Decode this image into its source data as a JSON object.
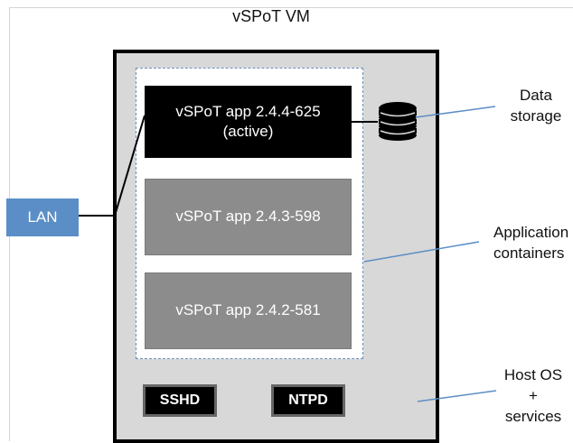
{
  "title": "vSPoT VM",
  "apps": [
    {
      "name": "vSPoT app 2.4.4-625",
      "status": "(active)"
    },
    {
      "name": "vSPoT app 2.4.3-598"
    },
    {
      "name": "vSPoT app 2.4.2-581"
    }
  ],
  "services": [
    "SSHD",
    "NTPD"
  ],
  "lan_label": "LAN",
  "labels": {
    "data_storage": [
      "Data",
      "storage"
    ],
    "app_containers": [
      "Application",
      "containers"
    ],
    "host_os": [
      "Host OS",
      "+",
      "services"
    ]
  },
  "colors": {
    "active_app": "#000000",
    "inactive_app": "#8c8c8c",
    "lan": "#5b8ec6",
    "callout_line": "#5b8ec6",
    "vm_fill": "#d8d8d8"
  },
  "icons": {
    "storage": "database-icon"
  }
}
